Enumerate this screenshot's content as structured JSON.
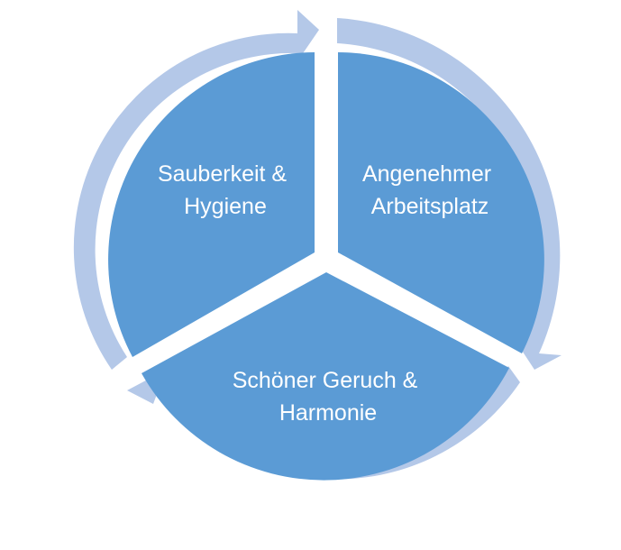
{
  "diagram": {
    "type": "cycle",
    "colors": {
      "segment": "#5b9bd5",
      "arrow": "#b4c8e8",
      "background": "#ffffff",
      "text": "#ffffff"
    },
    "segments": [
      {
        "line1": "Sauberkeit &",
        "line2": "Hygiene"
      },
      {
        "line1": "Angenehmer",
        "line2": "Arbeitsplatz"
      },
      {
        "line1": "Schöner Geruch &",
        "line2": "Harmonie"
      }
    ]
  }
}
